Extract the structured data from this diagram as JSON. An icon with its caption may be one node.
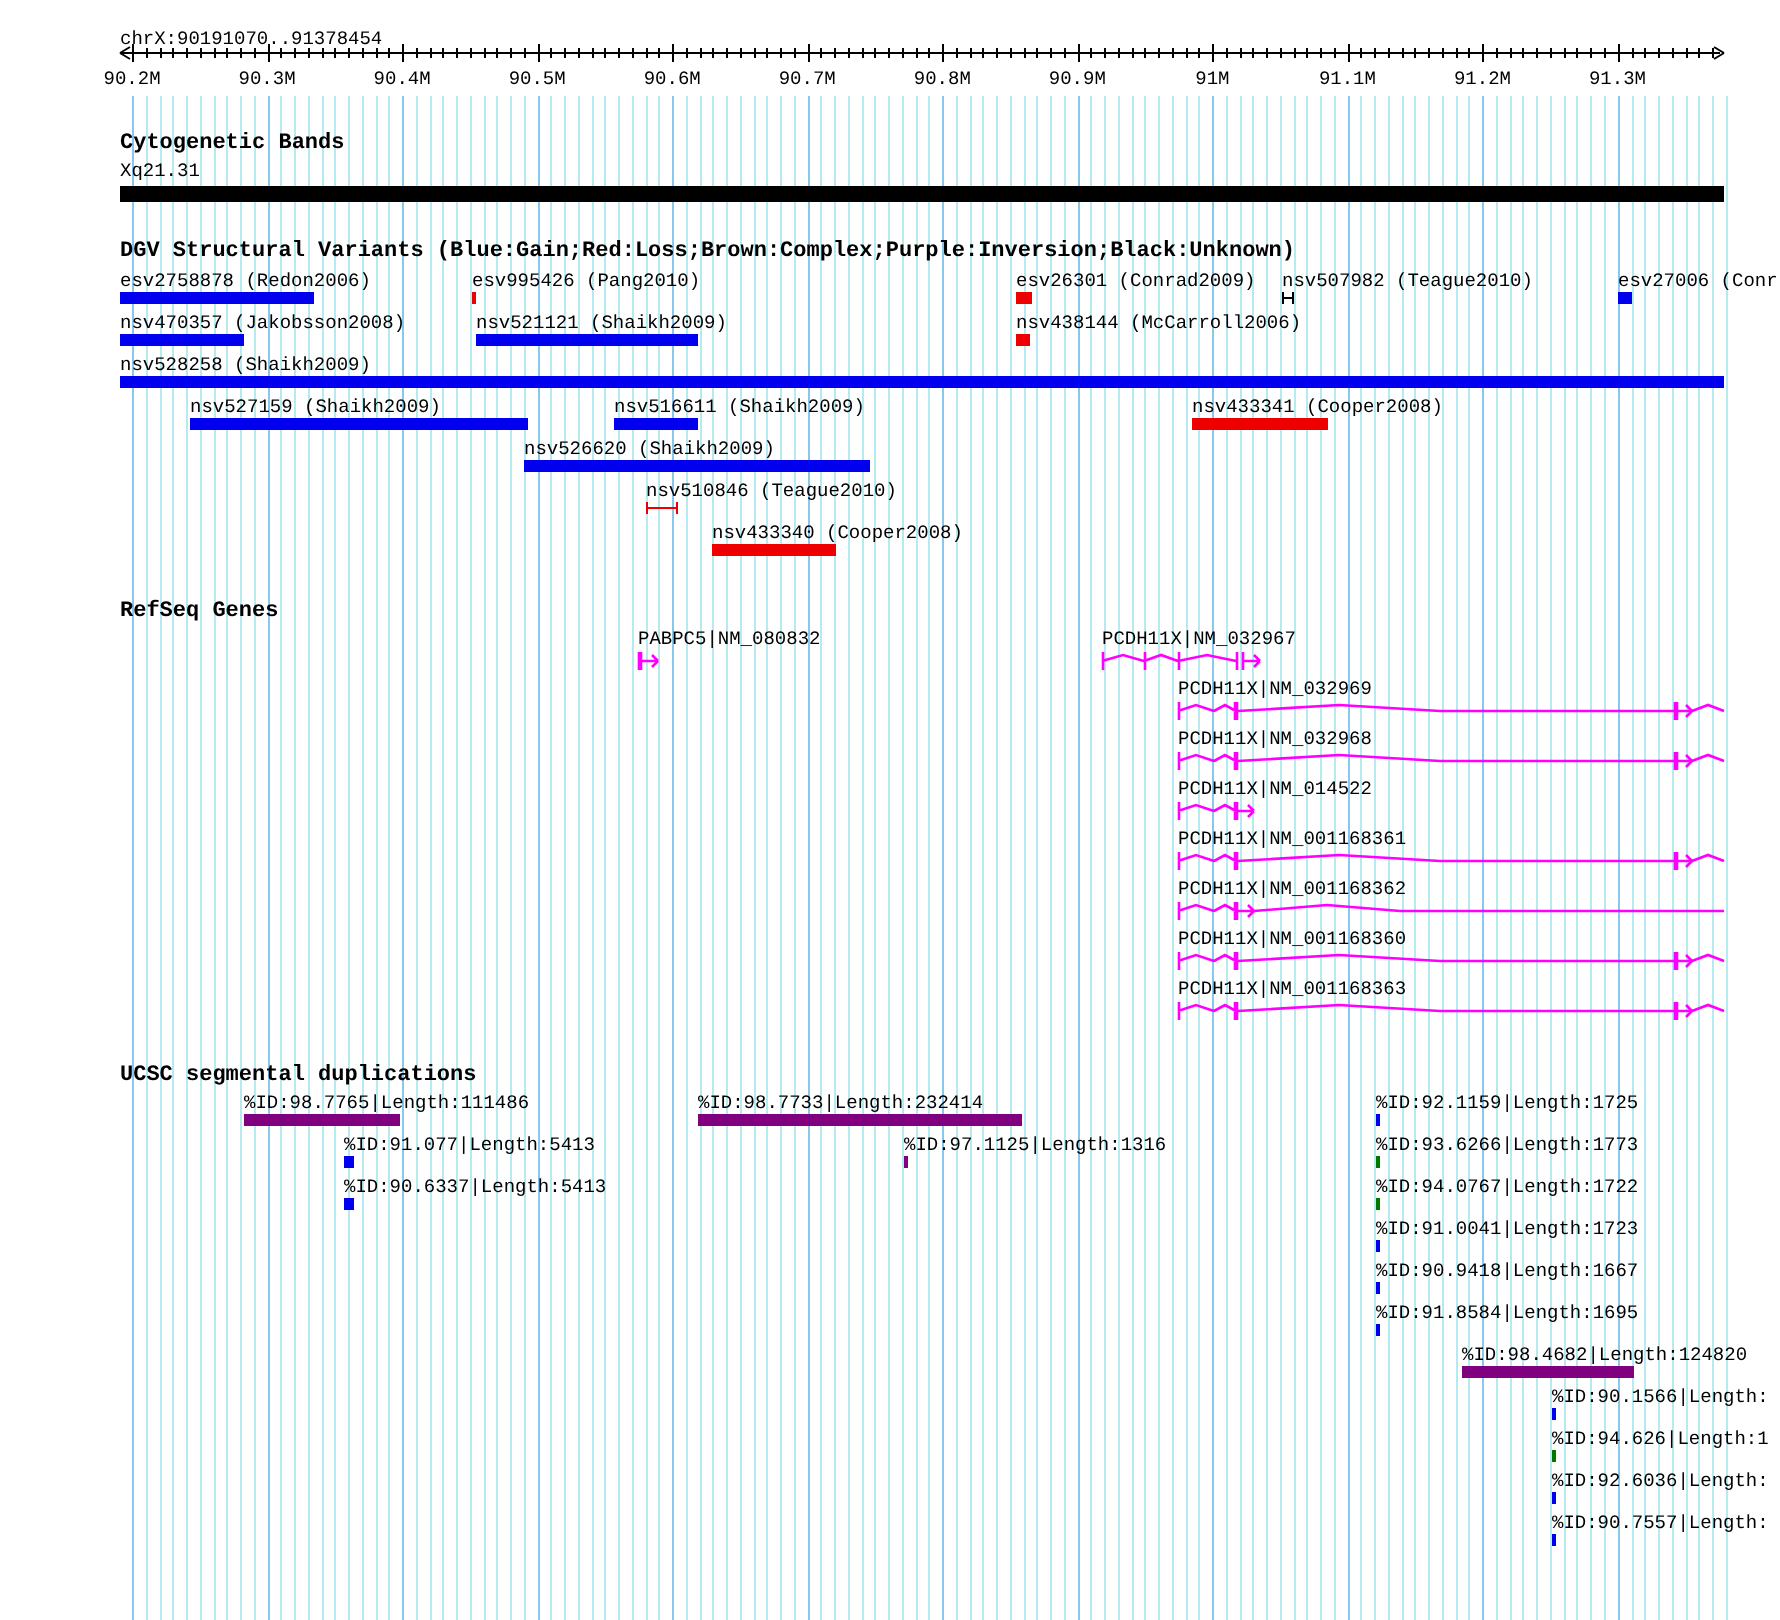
{
  "diagram": {
    "labels": [
      "chrX:90191070..91378454",
      "90.2M",
      "90.3M",
      "90.4M",
      "90.5M",
      "90.6M",
      "90.7M",
      "90.8M",
      "90.9M",
      "91M",
      "91.1M",
      "91.2M",
      "91.3M",
      "Cytogenetic Bands",
      "Xq21.31",
      "DGV Structural Variants (Blue:Gain;Red:Loss;Brown:Complex;Purple:Inversion;Black:Unknown)",
      "esv2758878 (Redon2006)",
      "esv995426 (Pang2010)",
      "esv26301 (Conrad2009)",
      "nsv507982 (Teague2010)",
      "esv27006 (Conr",
      "nsv470357 (Jakobsson2008)",
      "nsv521121 (Shaikh2009)",
      "nsv438144 (McCarroll2006)",
      "nsv528258 (Shaikh2009)",
      "nsv527159 (Shaikh2009)",
      "nsv516611 (Shaikh2009)",
      "nsv433341 (Cooper2008)",
      "nsv526620 (Shaikh2009)",
      "nsv510846 (Teague2010)",
      "nsv433340 (Cooper2008)",
      "RefSeq Genes",
      "PABPC5|NM_080832",
      "PCDH11X|NM_032967",
      "PCDH11X|NM_032969",
      "PCDH11X|NM_032968",
      "PCDH11X|NM_014522",
      "PCDH11X|NM_001168361",
      "PCDH11X|NM_001168362",
      "PCDH11X|NM_001168360",
      "PCDH11X|NM_001168363",
      "UCSC segmental duplications",
      "%ID:98.7765|Length:111486",
      "%ID:98.7733|Length:232414",
      "%ID:92.1159|Length:1725",
      "%ID:91.077|Length:5413",
      "%ID:97.1125|Length:1316",
      "%ID:93.6266|Length:1773",
      "%ID:90.6337|Length:5413",
      "%ID:94.0767|Length:1722",
      "%ID:91.0041|Length:1723",
      "%ID:90.9418|Length:1667",
      "%ID:91.8584|Length:1695",
      "%ID:98.4682|Length:124820",
      "%ID:90.1566|Length:",
      "%ID:94.626|Length:1",
      "%ID:92.6036|Length:",
      "%ID:90.7557|Length:"
    ]
  }
}
